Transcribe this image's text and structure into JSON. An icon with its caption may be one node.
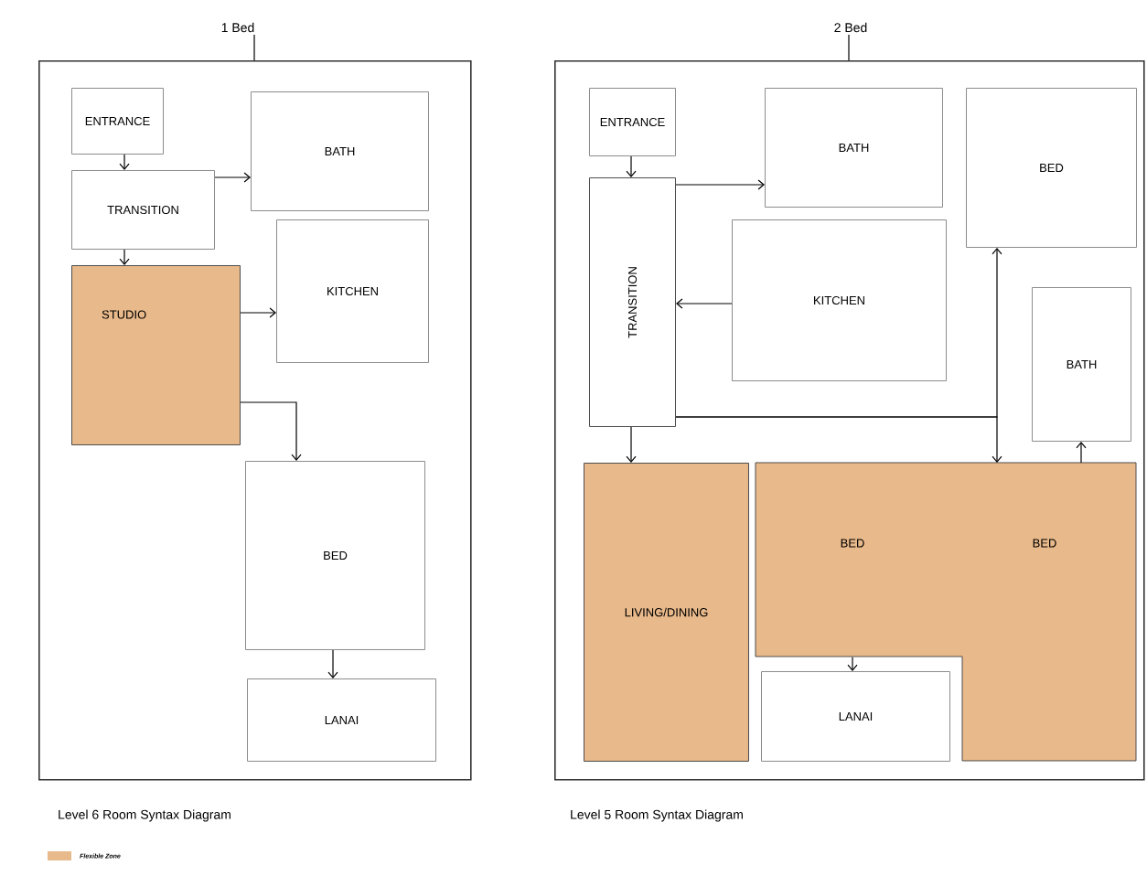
{
  "diagram": {
    "nodes": [
      {
        "text": [
          "1 Bed"
        ]
      },
      {
        "text": [
          "ENTRANCE"
        ],
        "in": 0
      },
      {
        "text": [
          "TRANSITION"
        ],
        "in": 0
      },
      {
        "text": [
          "BATH"
        ],
        "in": 0
      },
      {
        "text": [
          "STUDIO"
        ],
        "in": 0
      },
      {
        "text": [
          "KITCHEN"
        ],
        "in": 0
      },
      {
        "text": [
          "BED"
        ],
        "in": 0
      },
      {
        "text": [
          "LANAI"
        ],
        "in": 0
      },
      {
        "text": [
          "2 Bed"
        ]
      },
      {
        "text": [
          "ENTRANCE"
        ],
        "in": 8
      },
      {
        "text": [
          "BATH"
        ],
        "in": 8
      },
      {
        "text": [
          "BED"
        ],
        "in": 8
      },
      {
        "text": [
          "TRANSITION"
        ],
        "in": 8
      },
      {
        "text": [
          "KITCHEN"
        ],
        "in": 8
      },
      {
        "text": [
          "BATH"
        ],
        "in": 8
      },
      {
        "text": [
          "LIVING/DINING"
        ],
        "in": 8
      },
      {
        "text": [
          "BED",
          "BED"
        ],
        "in": 8
      },
      {
        "text": [
          "LANAI"
        ],
        "in": 8
      }
    ],
    "edges": [
      {
        "from": 1,
        "to": 2,
        "arrow": "to"
      },
      {
        "from": 2,
        "to": 3,
        "arrow": "to"
      },
      {
        "from": 2,
        "to": 4,
        "arrow": "to"
      },
      {
        "from": 4,
        "to": 5,
        "arrow": "to"
      },
      {
        "from": 4,
        "to": 6,
        "arrow": "to"
      },
      {
        "from": 6,
        "to": 7,
        "arrow": "to"
      },
      {
        "from": 9,
        "to": 12,
        "arrow": "to"
      },
      {
        "from": 12,
        "to": 10,
        "arrow": "to"
      },
      {
        "from": 13,
        "to": 12,
        "arrow": "to"
      },
      {
        "from": 12,
        "to": 15,
        "arrow": "to"
      },
      {
        "from": 12,
        "to": 11,
        "arrow": "to"
      },
      {
        "from": 12,
        "to": 16,
        "arrow": "to"
      },
      {
        "from": 16,
        "to": 14,
        "arrow": "to"
      },
      {
        "from": 16,
        "to": 17,
        "arrow": "to"
      }
    ],
    "labels": [
      "Level 6 Room Syntax Diagram",
      "Level 5 Room Syntax Diagram"
    ],
    "legend": [
      {
        "text": "Flexible Zone",
        "color": "#e8b98a"
      }
    ]
  }
}
